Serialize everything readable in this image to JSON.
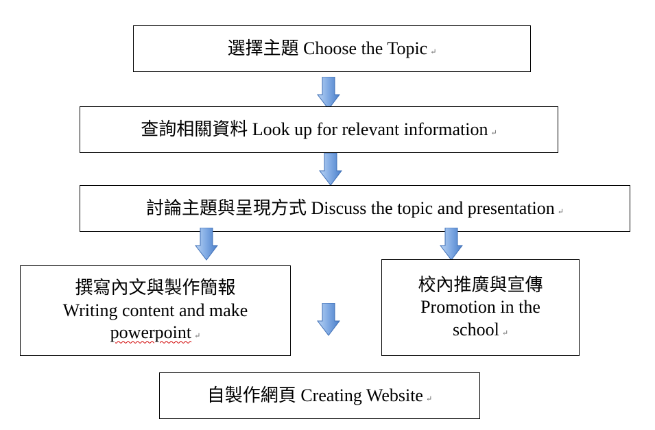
{
  "steps": {
    "choose_topic": {
      "zh": "選擇主題",
      "en": "Choose the Topic"
    },
    "look_up": {
      "zh": "查詢相關資料",
      "en": "Look up for relevant information"
    },
    "discuss": {
      "zh": "討論主題與呈現方式",
      "en": "Discuss the topic and presentation"
    },
    "writing": {
      "zh": "撰寫內文與製作簡報",
      "en_line1": "Writing content and make",
      "en_line2": "powerpoint"
    },
    "promotion": {
      "zh": "校內推廣與宣傳",
      "en_line1": "Promotion in the",
      "en_line2": "school"
    },
    "website": {
      "zh": "自製作網頁",
      "en": "Creating Website"
    }
  },
  "paragraph_mark": "↵",
  "colors": {
    "arrow_light": "#a9c8f0",
    "arrow_dark": "#4a7ec8",
    "box_border": "#000000",
    "spellcheck": "#d00000"
  }
}
